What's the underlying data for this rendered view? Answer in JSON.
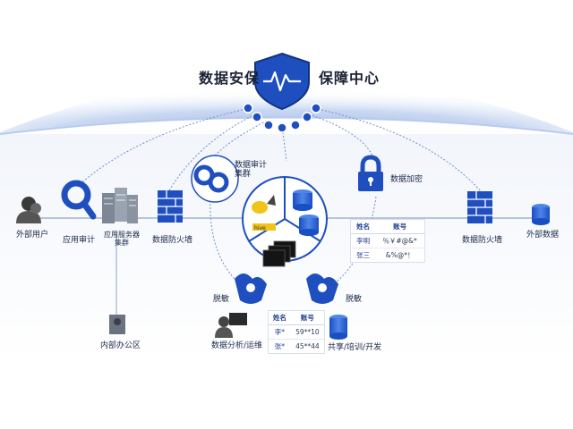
{
  "title": {
    "left": "数据安保",
    "right": "保障中心"
  },
  "nodes": {
    "external_user": "外部用户",
    "app_audit": "应用审计",
    "app_server_cluster": "应用服务器集群",
    "fw_left": "数据防火墙",
    "audit_cluster": "数据审计集群",
    "encryption": "数据加密",
    "fw_right": "数据防火墙",
    "external_data": "外部数据",
    "internal_office": "内部办公区",
    "desens_left": "脱敏",
    "desens_right": "脱敏",
    "analysis": "数据分析/运维",
    "share": "共享/培训/开发"
  },
  "encrypted_table": {
    "headers": [
      "姓名",
      "账号"
    ],
    "rows": [
      [
        "李明",
        "％￥#@&*"
      ],
      [
        "张三",
        "&%@*！"
      ]
    ]
  },
  "masked_table": {
    "headers": [
      "姓名",
      "账号"
    ],
    "rows": [
      [
        "李*",
        "59**10"
      ],
      [
        "张*",
        "45**44"
      ]
    ]
  },
  "colors": {
    "primary": "#1f4fbf",
    "dark_navy": "#123480",
    "line": "#6d8fc8",
    "dome": "#cfdcf3",
    "black_panel": "#141414"
  },
  "icons": {
    "shield": "shield-pulse-icon",
    "magnifier": "magnifier-icon",
    "server": "server-rack-icon",
    "firewall": "firewall-icon",
    "lock": "lock-icon",
    "database": "database-icon",
    "user": "user-icon",
    "computer": "computer-icon",
    "mask": "data-mask-icon"
  }
}
